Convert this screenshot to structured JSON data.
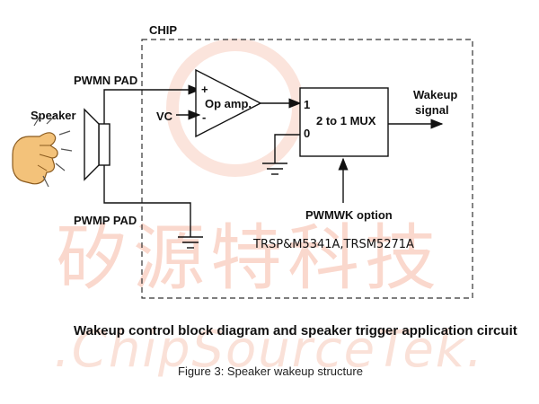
{
  "chip": {
    "label": "CHIP"
  },
  "pads": {
    "pwmn": "PWMN PAD",
    "pwmp": "PWMP PAD"
  },
  "speaker": {
    "label": "Speaker"
  },
  "opamp": {
    "label": "Op amp.",
    "plus": "+",
    "minus": "-",
    "vc": "VC"
  },
  "mux": {
    "label": "2 to 1 MUX",
    "input1": "1",
    "input0": "0"
  },
  "output": {
    "line1": "Wakeup",
    "line2": "signal"
  },
  "control": {
    "label": "PWMWK option"
  },
  "part_numbers": "TRSP&M5341A,TRSM5271A",
  "diagram_title": "Wakeup control block diagram and speaker trigger application circuit",
  "figure_caption": "Figure 3: Speaker wakeup structure",
  "watermark": {
    "chinese": "矽源特科技",
    "english": ".ChipSourceTek."
  },
  "colors": {
    "watermark": "#f6b9a6",
    "line": "#111111"
  }
}
